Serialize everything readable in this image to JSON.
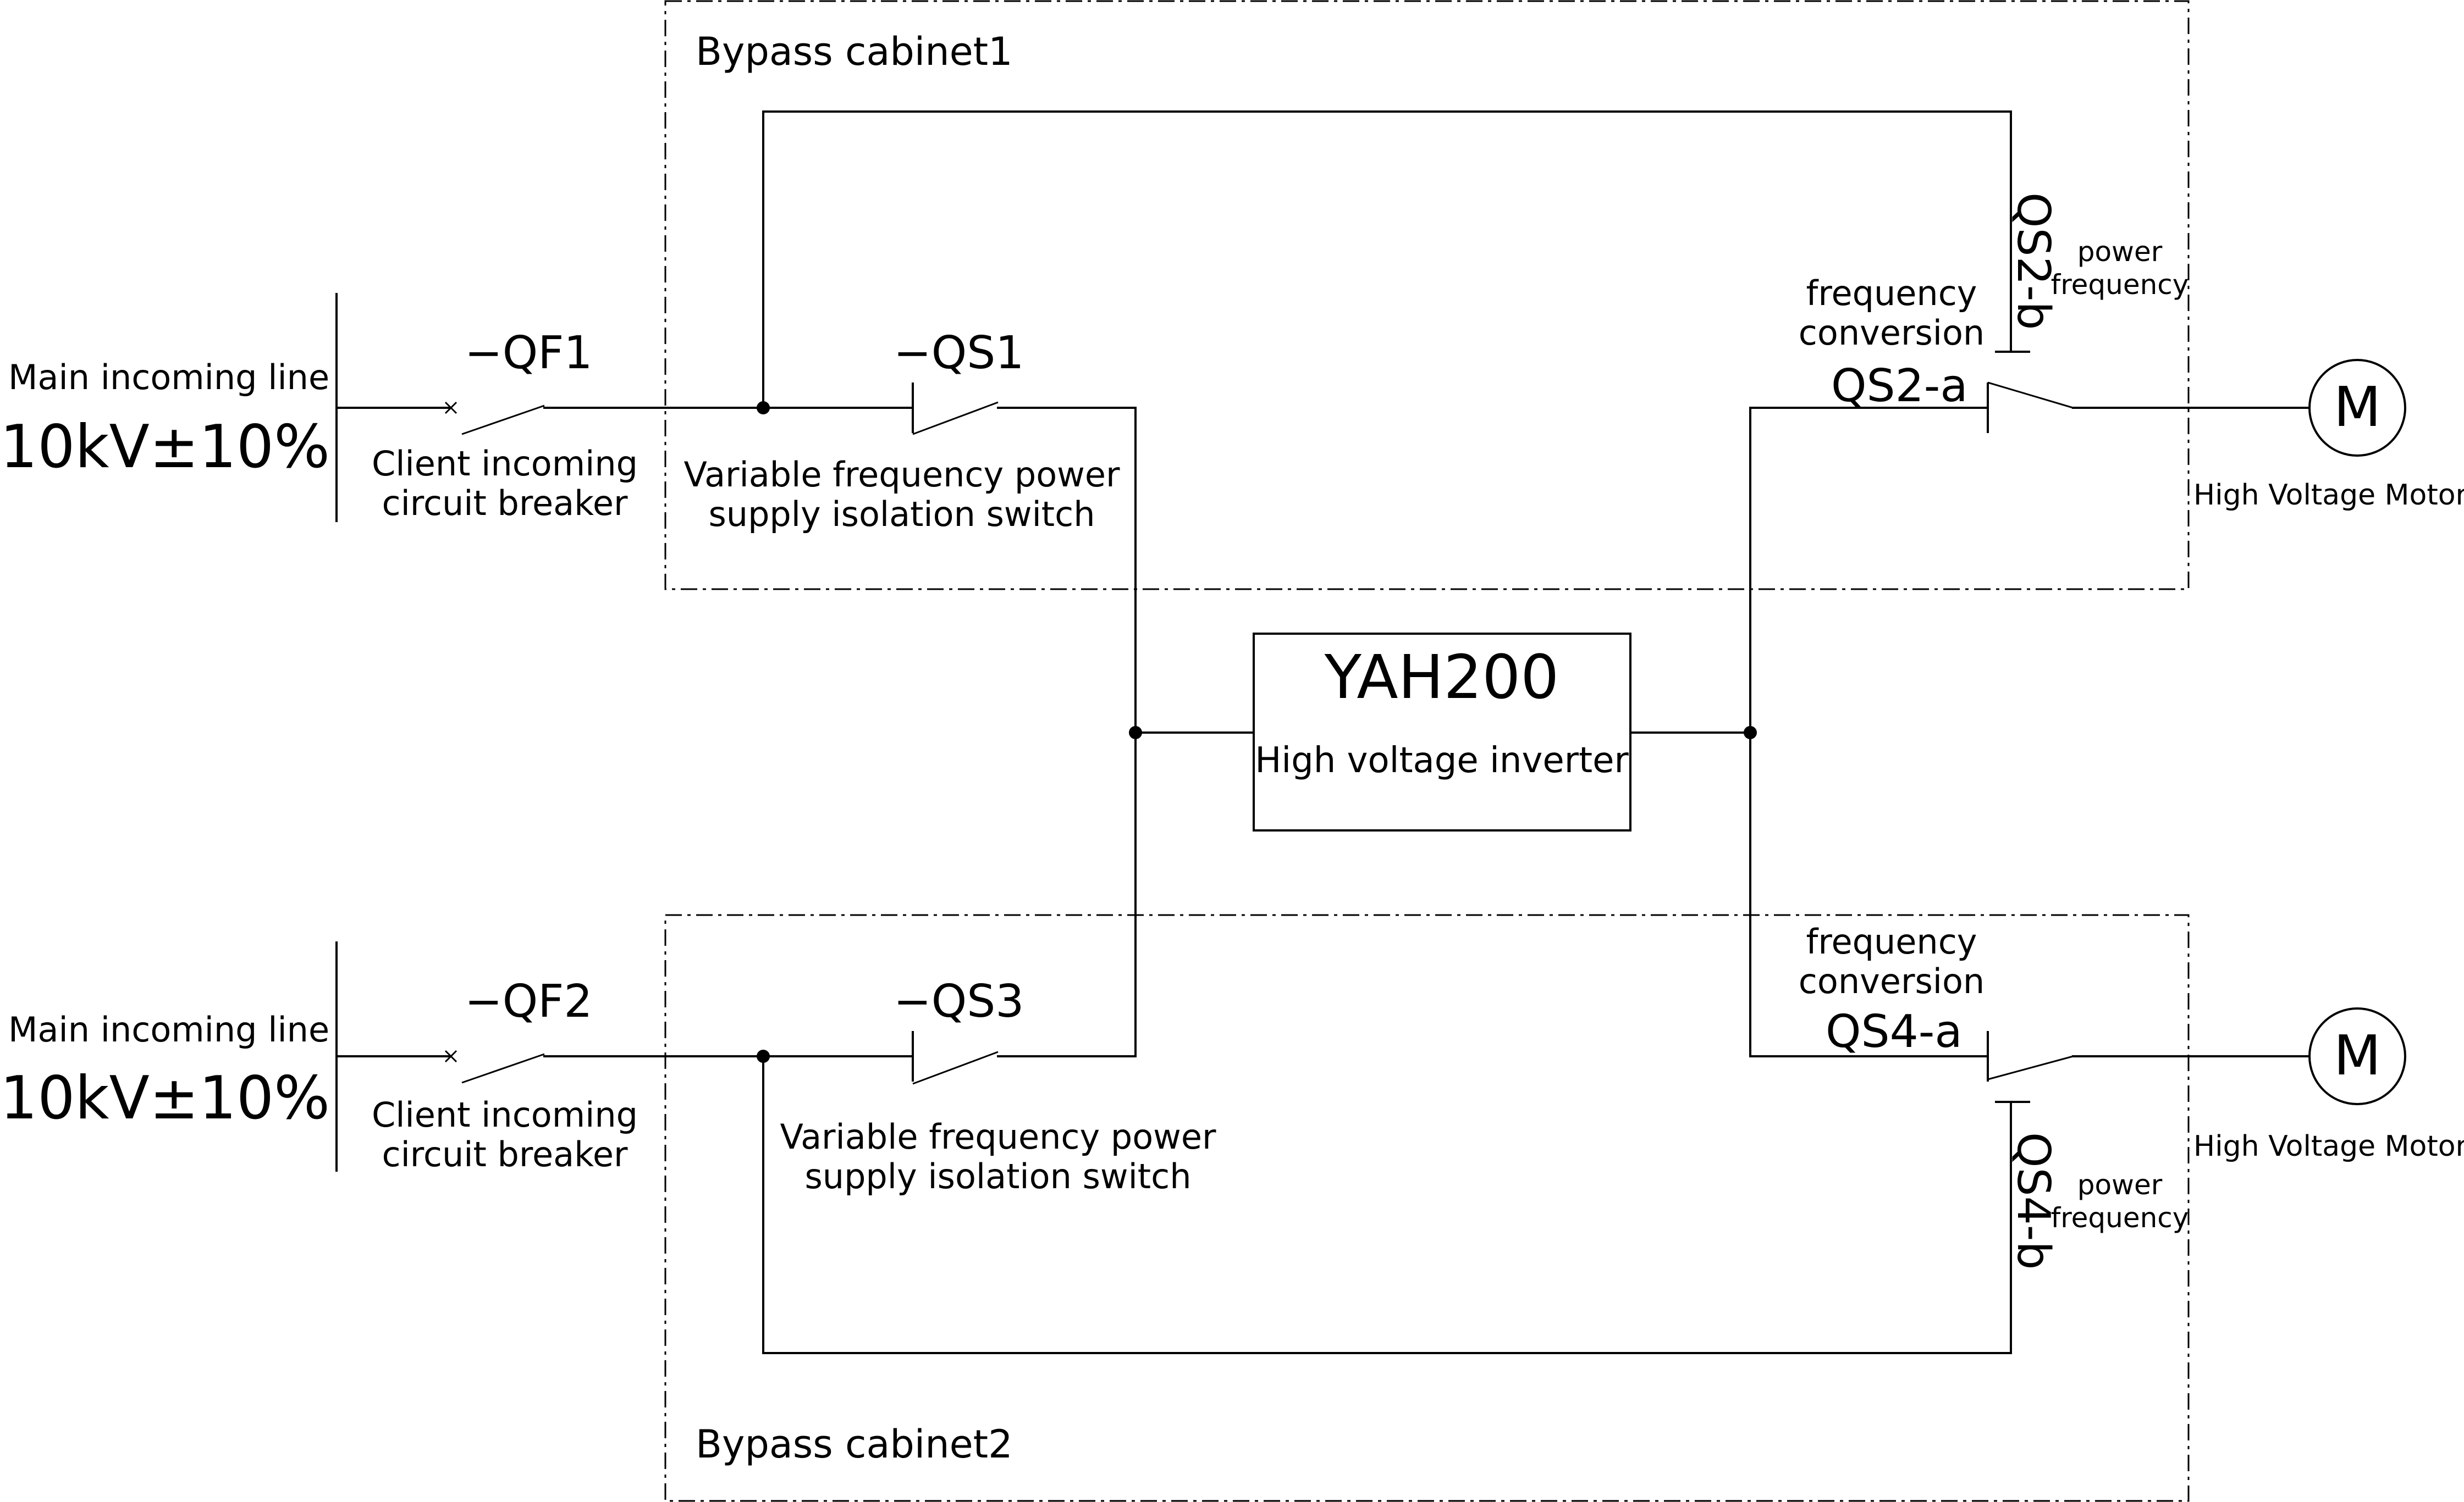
{
  "cabinets": {
    "top": {
      "label": "Bypass cabinet1"
    },
    "bottom": {
      "label": "Bypass cabinet2"
    }
  },
  "lines": {
    "top": {
      "incoming_label": "Main incoming line",
      "voltage": "10kV±10%",
      "breaker_code": "−QF1",
      "breaker_desc": [
        "Client incoming",
        "circuit breaker"
      ],
      "isolator_code": "−QS1",
      "isolator_desc": [
        "Variable frequency power",
        "supply isolation switch"
      ],
      "vf_switch": {
        "desc": [
          "frequency",
          "conversion"
        ],
        "code": "QS2‑a"
      },
      "pf_switch": {
        "code": "QS2‑b",
        "desc": [
          "power",
          "frequency"
        ]
      },
      "motor": {
        "symbol": "M",
        "label": "High Voltage Motor"
      }
    },
    "bottom": {
      "incoming_label": "Main incoming line",
      "voltage": "10kV±10%",
      "breaker_code": "−QF2",
      "breaker_desc": [
        "Client incoming",
        "circuit breaker"
      ],
      "isolator_code": "−QS3",
      "isolator_desc": [
        "Variable frequency power",
        "supply isolation switch"
      ],
      "vf_switch": {
        "desc": [
          "frequency",
          "conversion"
        ],
        "code": "QS4‑a"
      },
      "pf_switch": {
        "code": "QS4‑b",
        "desc": [
          "power",
          "frequency"
        ]
      },
      "motor": {
        "symbol": "M",
        "label": "High Voltage Motor"
      }
    }
  },
  "inverter": {
    "model": "YAH200",
    "desc": "High voltage inverter"
  }
}
